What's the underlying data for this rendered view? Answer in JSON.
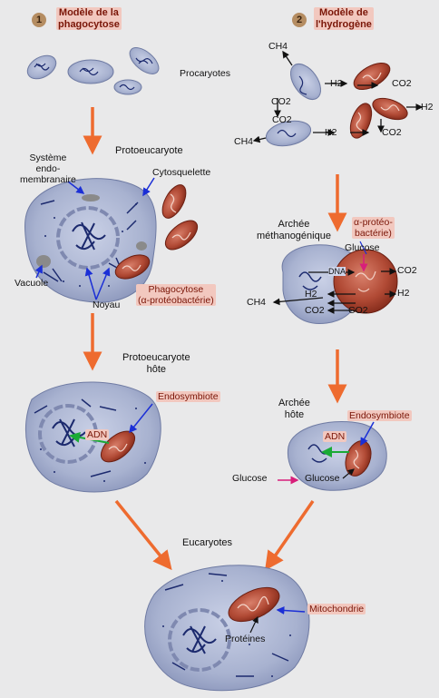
{
  "header": {
    "num1": "1",
    "model1": "Modèle de la\nphagocytose",
    "num2": "2",
    "model2": "Modèle de\nl'hydrogène"
  },
  "labels": {
    "procaryotes": "Procaryotes",
    "protoeucaryote": "Protoeucaryote",
    "systeme": "Système\nendo-\nmembranaire",
    "cytosquelette": "Cytosquelette",
    "vacuole": "Vacuole",
    "noyau": "Noyau",
    "phagocytose": "Phagocytose\n(α-protéobactérie)",
    "protoeucaryote_hote": "Protoeucaryote\nhôte",
    "endosymbiote_left": "Endosymbiote",
    "adn_left": "ADN",
    "eucaryotes": "Eucaryotes",
    "mitochondrie": "Mitochondrie",
    "proteines": "Protéines",
    "archee_meth": "Archée\nméthanogénique",
    "alpha_proteo": "α-protéo-\nbactérie)",
    "glucose_top": "Glucose",
    "dna": "DNA",
    "co2_a": "CO2",
    "h2_a": "H2",
    "ch4_a": "CH4",
    "h2_b": "H2",
    "co2_b": "CO2",
    "co2_c": "CO2",
    "archee_hote": "Archée\nhôte",
    "endosymbiote_right": "Endosymbiote",
    "adn_right": "ADN",
    "glucose_in": "Glucose",
    "glucose_out": "Glucose",
    "h_ch4_1": "CH4",
    "h_h2_1": "H2",
    "h_co2_1": "CO2",
    "h_co2_2": "CO2",
    "h_h2_2": "H2",
    "h_co2_3": "CO2",
    "h_ch4_2": "CH4",
    "h_h2_3": "H2",
    "h_co2_4": "CO2"
  },
  "colors": {
    "cell_fill": "#a9b4d2",
    "nucleus": "#7f89b0",
    "bacterium": "#a23b2c",
    "arrow": "#ee6b2f",
    "pointer": "#1b2fd6",
    "dna_arrow": "#1aaa36",
    "glucose_arrow": "#d81e7a"
  }
}
